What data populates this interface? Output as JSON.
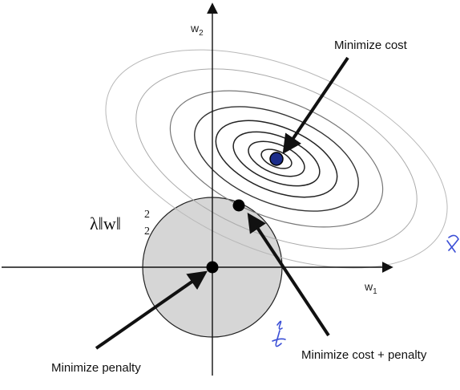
{
  "labels": {
    "minimize_cost": "Minimize cost",
    "minimize_penalty": "Minimize penalty",
    "minimize_cost_penalty": "Minimize cost + penalty",
    "regularizer_main": "λ‖w‖",
    "regularizer_superscript": "2",
    "regularizer_subscript": "2",
    "axis_x_base": "w",
    "axis_x_sub": "1",
    "axis_y_base": "w",
    "axis_y_sub": "2"
  },
  "colors": {
    "penalty_disk": "#d6d6d6",
    "cost_minimum_dot": "#1c2d8a",
    "handwriting": "#3b4fd6",
    "contour_dark": "#222222",
    "contour_light": "#9a9a9a"
  }
}
